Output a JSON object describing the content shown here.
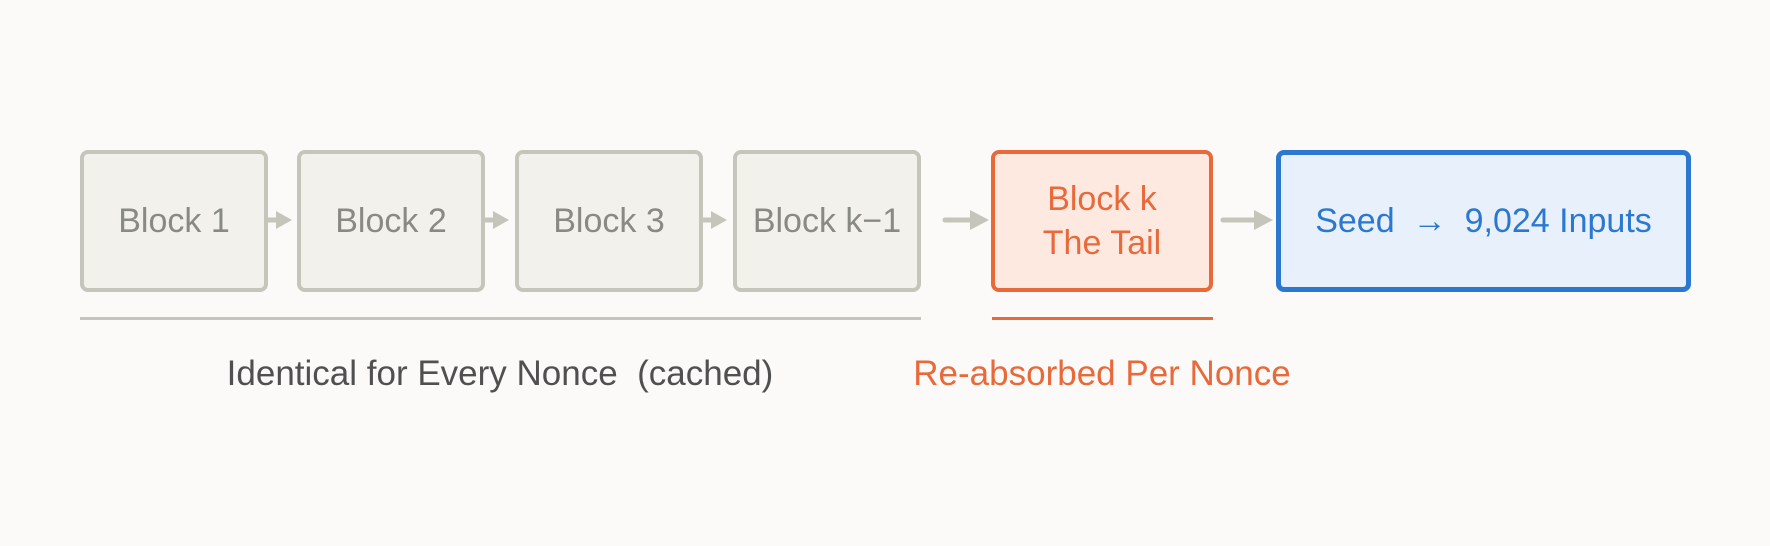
{
  "blocks": [
    {
      "label": "Block 1"
    },
    {
      "label": "Block 2"
    },
    {
      "label": "Block 3"
    },
    {
      "label": "Block k−1"
    }
  ],
  "tail_block": {
    "line1": "Block k",
    "line2": "The Tail"
  },
  "seed_block": {
    "left": "Seed",
    "arrow": "→",
    "right": "9,024 Inputs"
  },
  "captions": {
    "cached": "Identical for Every Nonce  (cached)",
    "per_nonce": "Re-absorbed Per Nonce"
  },
  "colors": {
    "gray_border": "#c6c5bb",
    "gray_text": "#8a8a84",
    "tail_accent": "#e8693a",
    "tail_fill": "#fde9e0",
    "seed_accent": "#2b78d0",
    "seed_fill": "#e8f0fb",
    "background": "#fbfaf8"
  }
}
